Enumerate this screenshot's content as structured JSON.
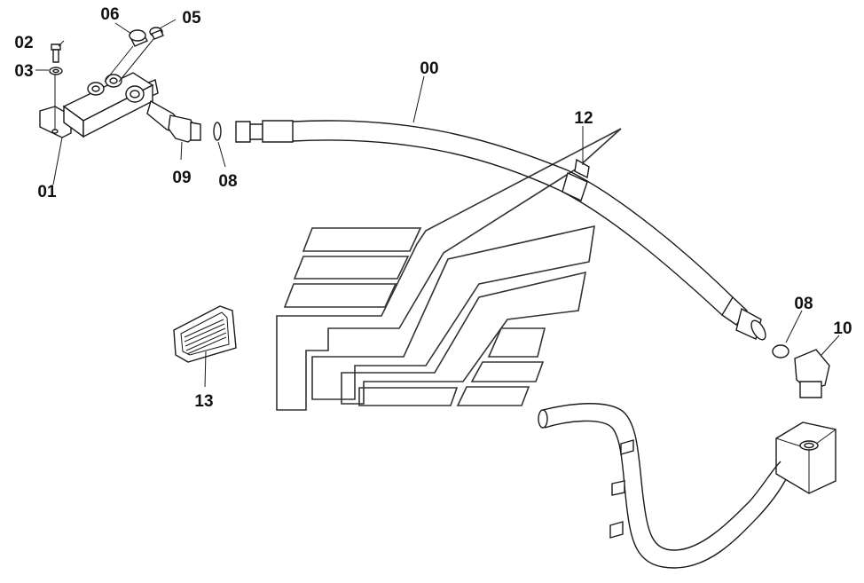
{
  "callouts": {
    "c00": "00",
    "c01": "01",
    "c02": "02",
    "c03": "03",
    "c05": "05",
    "c06": "06",
    "c08a": "08",
    "c08b": "08",
    "c09": "09",
    "c10": "10",
    "c12": "12",
    "c13": "13"
  }
}
